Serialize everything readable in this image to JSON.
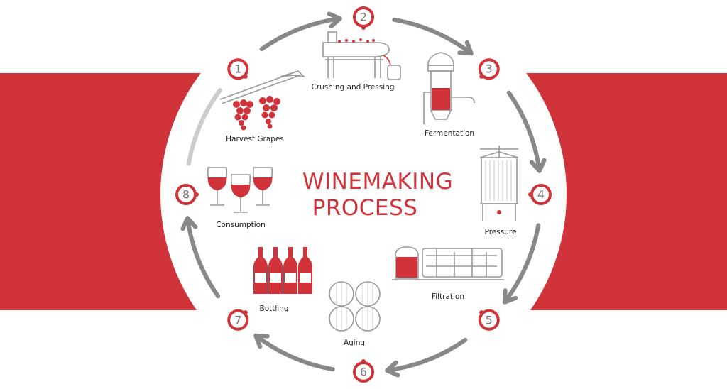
{
  "title": {
    "line1": "WINEMAKING",
    "line2": "PROCESS"
  },
  "colors": {
    "accent": "#d0343a",
    "arrow": "#888888",
    "arrow_inactive": "#cccccc",
    "background": "#ffffff"
  },
  "steps": [
    {
      "number": "1",
      "label": "Harvest Grapes",
      "icon": "grapes-icon"
    },
    {
      "number": "2",
      "label": "Crushing and Pressing",
      "icon": "crusher-icon"
    },
    {
      "number": "3",
      "label": "Fermentation",
      "icon": "fermentation-tank-icon"
    },
    {
      "number": "4",
      "label": "Pressure",
      "icon": "wine-press-icon"
    },
    {
      "number": "5",
      "label": "Filtration",
      "icon": "filtration-machine-icon"
    },
    {
      "number": "6",
      "label": "Aging",
      "icon": "barrels-icon"
    },
    {
      "number": "7",
      "label": "Bottling",
      "icon": "bottles-icon"
    },
    {
      "number": "8",
      "label": "Consumption",
      "icon": "wine-glasses-icon"
    }
  ]
}
